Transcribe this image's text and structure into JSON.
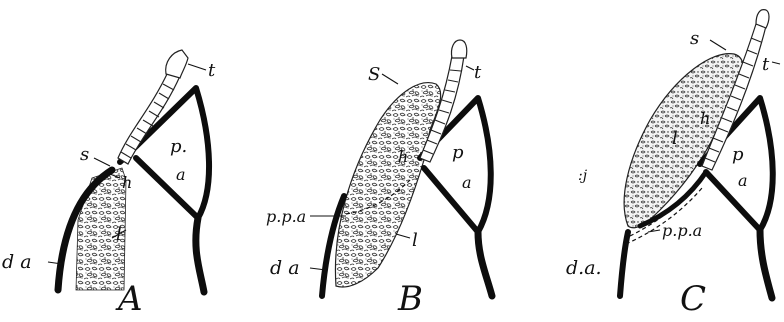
{
  "panels": [
    {
      "caption": "A",
      "labels": {
        "trachea": "t",
        "septum": "s",
        "pleural_cavity": "p.",
        "aorta_wall": "a",
        "hepatic": "h",
        "liver": "l",
        "dorsal_aorta": "d a"
      }
    },
    {
      "caption": "B",
      "labels": {
        "trachea": "t",
        "septum": "S",
        "pleural_cavity": "p",
        "aorta_wall": "a",
        "hepatic": "h",
        "liver": "l",
        "pleuroperitoneal": "p.p.a",
        "dorsal_aorta": "d a"
      }
    },
    {
      "caption": "C",
      "labels": {
        "trachea": "t",
        "septum": "s",
        "pleural_cavity": "p",
        "aorta_wall": "a",
        "hepatic": "h",
        "liver": "l",
        "pleuroperitoneal": "p.p.a",
        "dorsal_aorta": "d.a."
      }
    }
  ],
  "stray_mark": ":j"
}
